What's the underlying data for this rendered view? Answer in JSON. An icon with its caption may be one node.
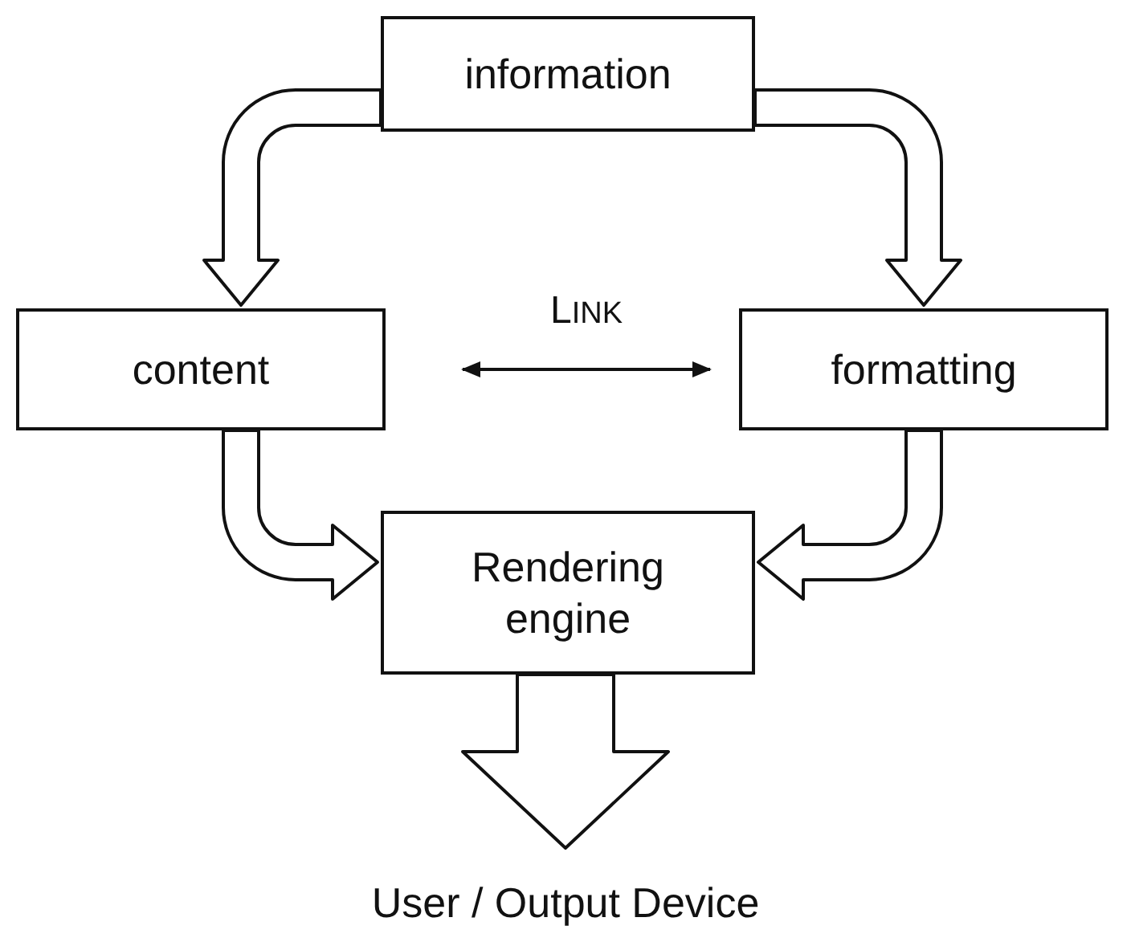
{
  "diagram": {
    "nodes": [
      {
        "text": [
          "information"
        ]
      },
      {
        "text": [
          "content"
        ]
      },
      {
        "text": [
          "formatting"
        ]
      },
      {
        "text": [
          "Rendering engine"
        ]
      },
      {
        "text": [
          "User / Output Device"
        ]
      }
    ],
    "edges": [
      {
        "from": 0,
        "to": 1,
        "arrow": "to",
        "style": "thick"
      },
      {
        "from": 0,
        "to": 2,
        "arrow": "to",
        "style": "thick"
      },
      {
        "from": 1,
        "to": 2,
        "arrow": "both",
        "label": "LINK"
      },
      {
        "from": 1,
        "to": 3,
        "arrow": "to",
        "style": "thick"
      },
      {
        "from": 2,
        "to": 3,
        "arrow": "to",
        "style": "thick"
      },
      {
        "from": 3,
        "to": 4,
        "arrow": "to",
        "style": "thick"
      }
    ]
  }
}
